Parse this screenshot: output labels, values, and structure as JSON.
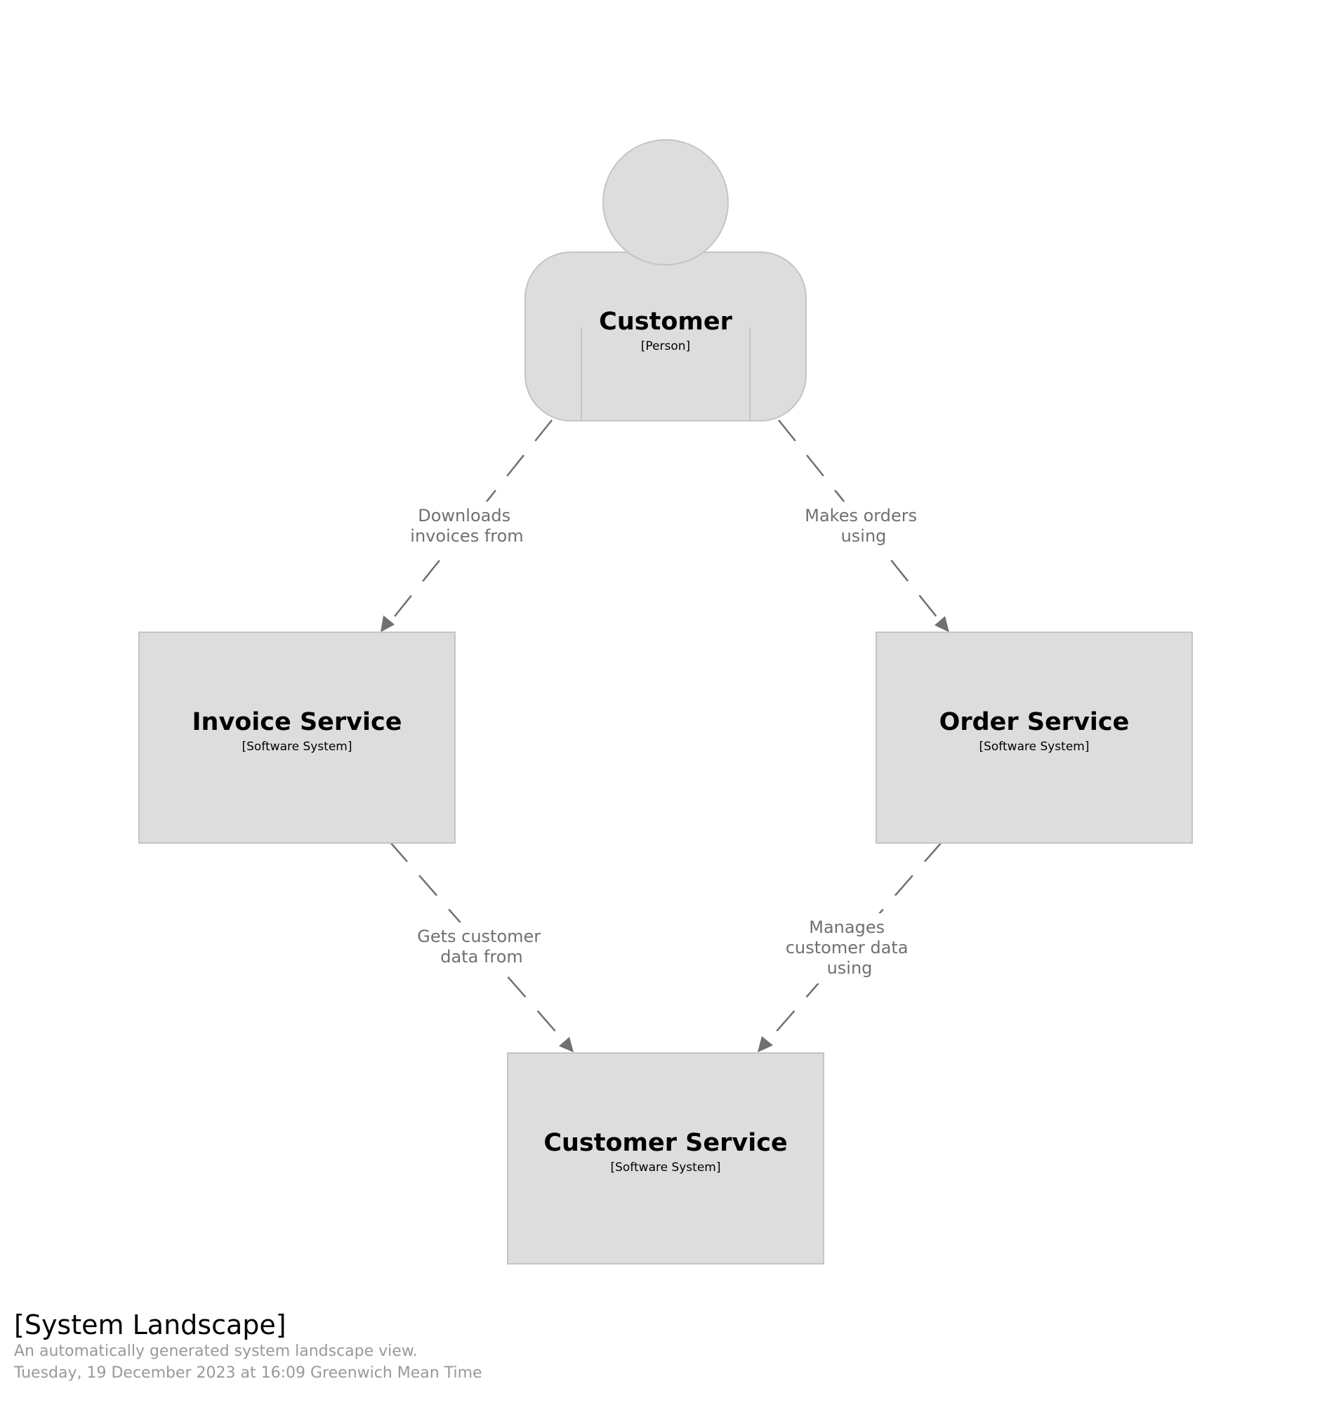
{
  "elements": {
    "customer": {
      "name": "Customer",
      "type": "[Person]"
    },
    "invoice_service": {
      "name": "Invoice Service",
      "type": "[Software System]"
    },
    "order_service": {
      "name": "Order Service",
      "type": "[Software System]"
    },
    "customer_service": {
      "name": "Customer Service",
      "type": "[Software System]"
    }
  },
  "relationships": [
    {
      "from": "Customer",
      "to": "Invoice Service",
      "lines": [
        "Downloads",
        "invoices from"
      ]
    },
    {
      "from": "Customer",
      "to": "Order Service",
      "lines": [
        "Makes orders",
        "using"
      ]
    },
    {
      "from": "Invoice Service",
      "to": "Customer Service",
      "lines": [
        "Gets customer",
        "data from"
      ]
    },
    {
      "from": "Order Service",
      "to": "Customer Service",
      "lines": [
        "Manages",
        "customer data",
        "using"
      ]
    }
  ],
  "footer": {
    "title": "[System Landscape]",
    "description": "An automatically generated system landscape view.",
    "timestamp": "Tuesday, 19 December 2023 at 16:09 Greenwich Mean Time"
  },
  "colors": {
    "node_fill": "#dddddd",
    "node_stroke": "#c4c4c4",
    "edge": "#707070",
    "muted_text": "#999999"
  }
}
